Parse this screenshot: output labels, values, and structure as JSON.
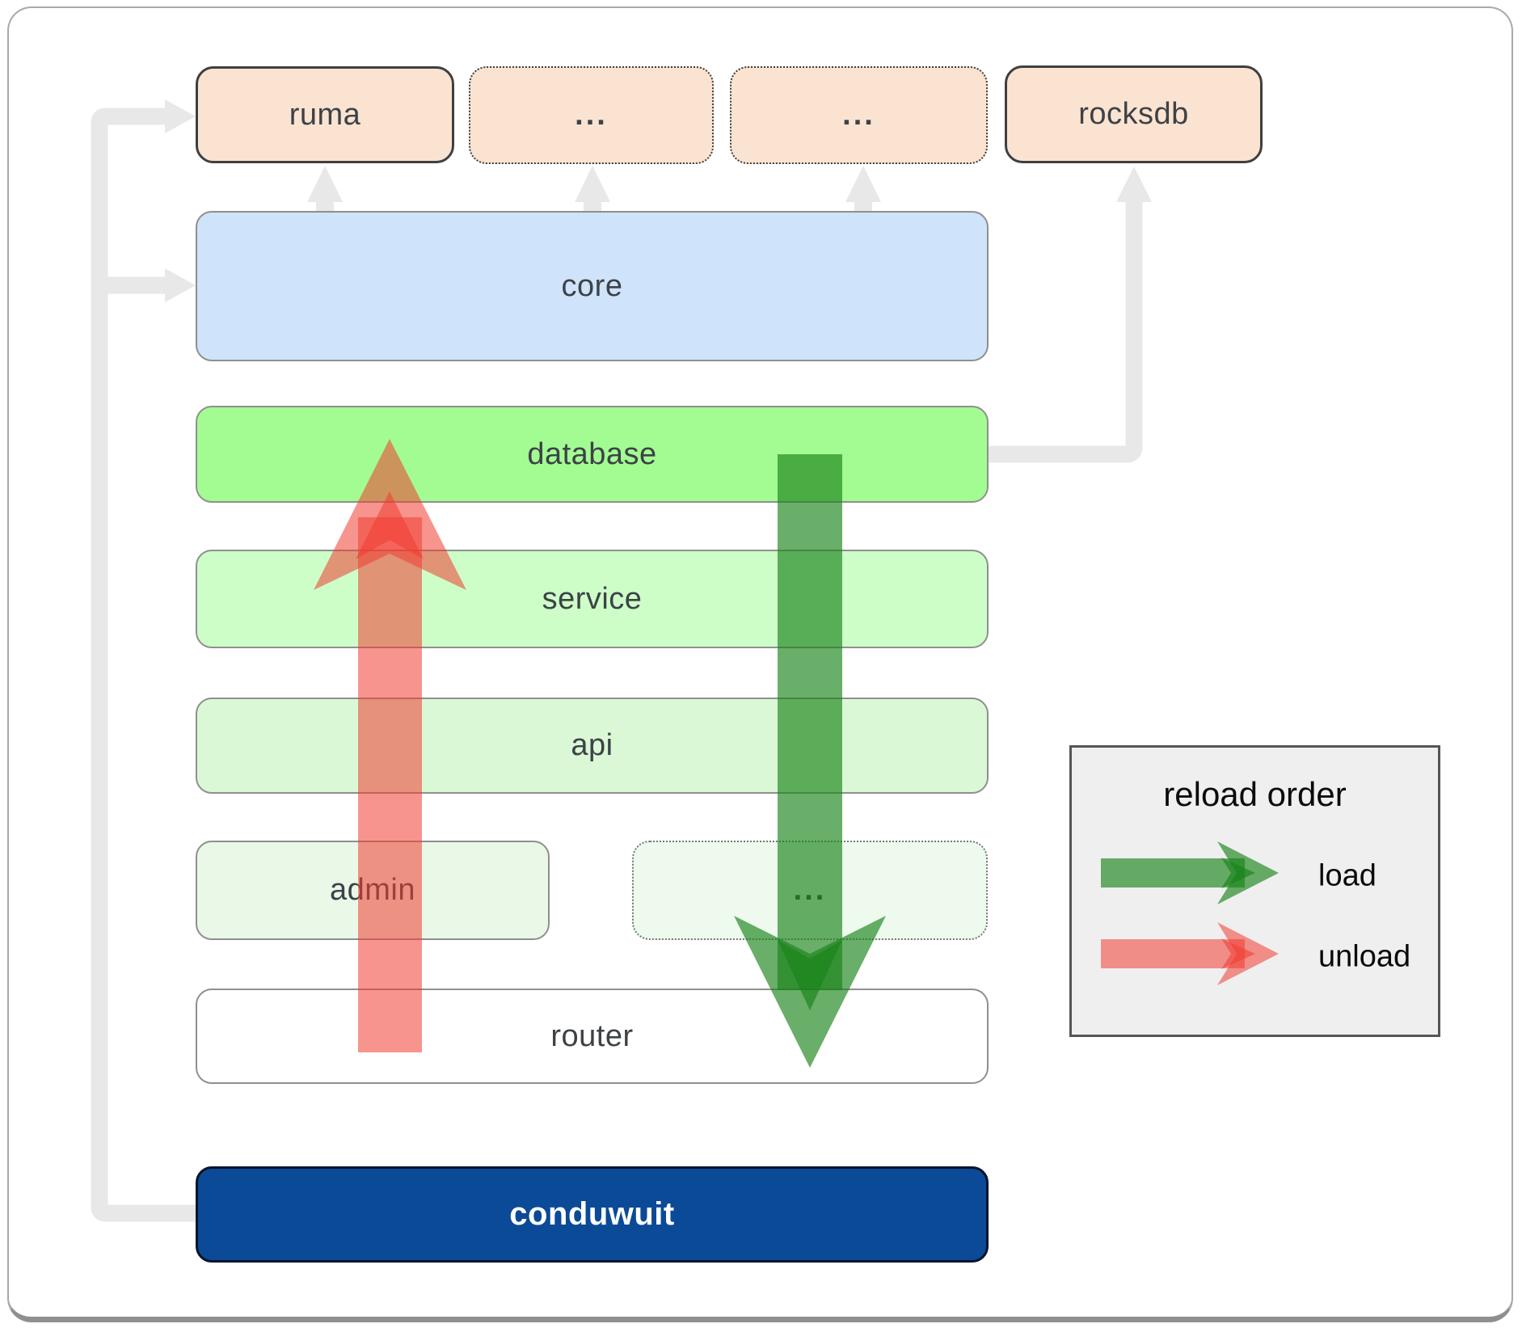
{
  "boxes": {
    "ruma": {
      "label": "ruma"
    },
    "ellipsis_top_1": {
      "label": "..."
    },
    "ellipsis_top_2": {
      "label": "..."
    },
    "rocksdb": {
      "label": "rocksdb"
    },
    "core": {
      "label": "core"
    },
    "database": {
      "label": "database"
    },
    "service": {
      "label": "service"
    },
    "api": {
      "label": "api"
    },
    "admin": {
      "label": "admin"
    },
    "ellipsis_admin": {
      "label": "..."
    },
    "router": {
      "label": "router"
    },
    "conduwuit": {
      "label": "conduwuit"
    }
  },
  "legend": {
    "title": "reload order",
    "load_label": "load",
    "unload_label": "unload"
  },
  "colors": {
    "load_arrow": "#198219",
    "unload_arrow": "#f03c32",
    "connector_gray": "#e8e8e8",
    "database_fill": "#a3fc92",
    "core_fill": "#cfe3fa",
    "service_fill": "#cdfec8",
    "api_fill": "#daf8d5",
    "admin_fill": "#e9f8e7",
    "peach_fill": "#fbe3d1",
    "conduwuit_fill": "#0b4a97",
    "legend_fill": "#efefef"
  }
}
